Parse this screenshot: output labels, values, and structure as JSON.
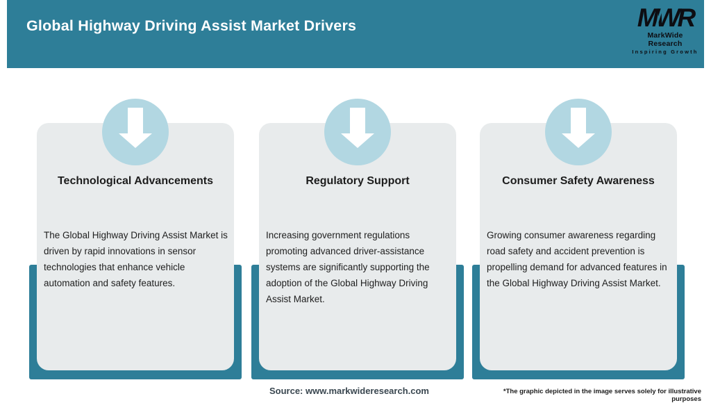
{
  "header": {
    "title": "Global Highway Driving Assist Market Drivers",
    "logo": {
      "acronym": "MWR",
      "name": "MarkWide Research",
      "tagline": "Inspiring Growth"
    }
  },
  "cards": [
    {
      "title": "Technological Advancements",
      "description": "The Global Highway Driving Assist Market is driven by rapid innovations in sensor technologies that enhance vehicle automation and safety features."
    },
    {
      "title": "Regulatory Support",
      "description": "Increasing government regulations promoting advanced driver-assistance systems are significantly supporting the adoption of the Global Highway Driving Assist Market."
    },
    {
      "title": "Consumer Safety Awareness",
      "description": "Growing consumer awareness regarding road safety and accident prevention is propelling demand for advanced features in the Global Highway Driving Assist Market."
    }
  ],
  "footer": {
    "source": "Source: www.markwideresearch.com",
    "disclaimer": "*The graphic depicted in the image serves solely for illustrative purposes"
  },
  "colors": {
    "header_teal": "#2E7E98",
    "card_background": "#E8EBEC",
    "icon_circle_blue": "#B2D7E2",
    "arrow_white": "#FFFFFF",
    "title_white": "#FFFFFF",
    "text_dark": "#1D1D1D"
  },
  "icons": {
    "card_icon": "arrow-down-icon"
  }
}
